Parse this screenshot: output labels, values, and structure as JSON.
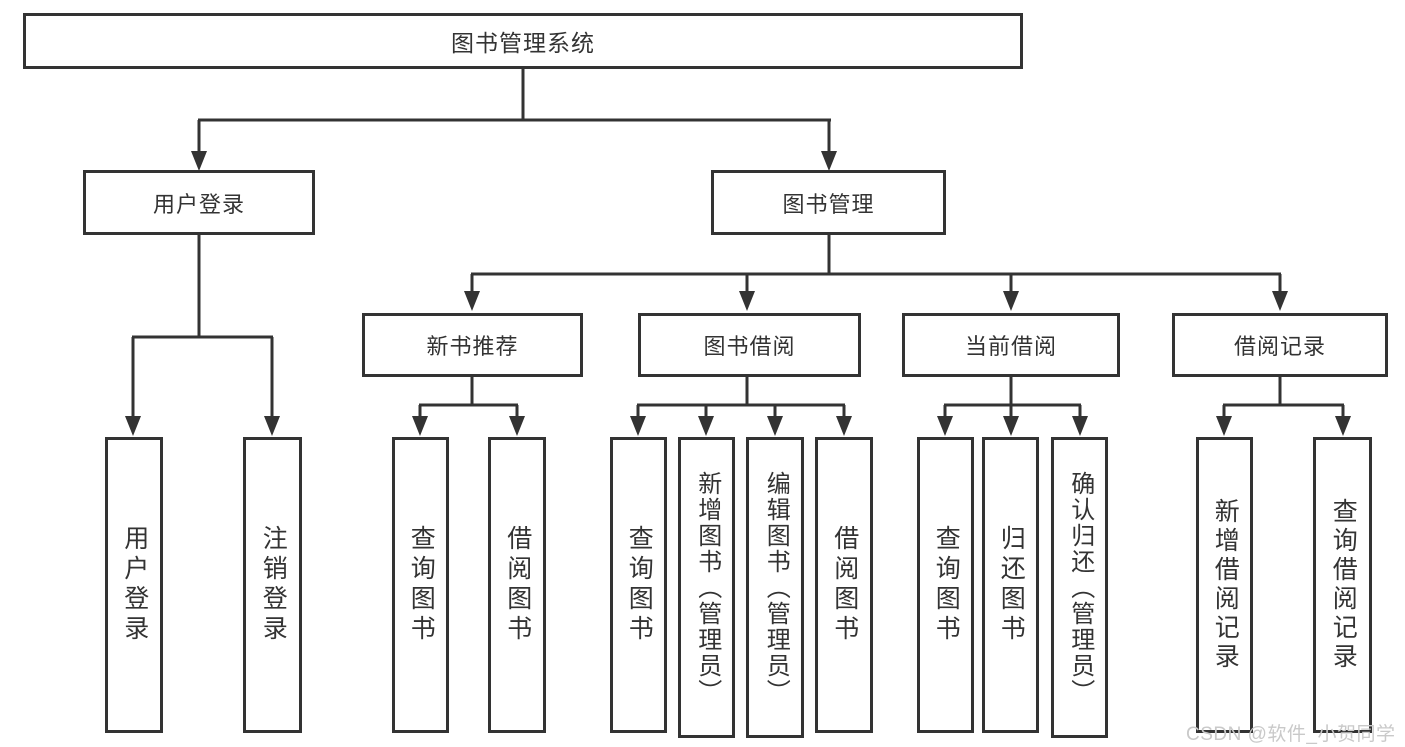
{
  "tree": {
    "label": "图书管理系统",
    "children": [
      {
        "label": "用户登录",
        "children": [
          {
            "label": "用户登录"
          },
          {
            "label": "注销登录"
          }
        ]
      },
      {
        "label": "图书管理",
        "children": [
          {
            "label": "新书推荐",
            "children": [
              {
                "label": "查询图书"
              },
              {
                "label": "借阅图书"
              }
            ]
          },
          {
            "label": "图书借阅",
            "children": [
              {
                "label": "查询图书"
              },
              {
                "label": "新增图书（管理员）"
              },
              {
                "label": "编辑图书（管理员）"
              },
              {
                "label": "借阅图书"
              }
            ]
          },
          {
            "label": "当前借阅",
            "children": [
              {
                "label": "查询图书"
              },
              {
                "label": "归还图书"
              },
              {
                "label": "确认归还（管理员）"
              }
            ]
          },
          {
            "label": "借阅记录",
            "children": [
              {
                "label": "新增借阅记录"
              },
              {
                "label": "查询借阅记录"
              }
            ]
          }
        ]
      }
    ]
  },
  "watermark": {
    "text": "CSDN @软件_小贺同学"
  },
  "colors": {
    "line": "#333333",
    "text": "#333333",
    "box_background": "#ffffff",
    "watermark": "#c9c9c9"
  }
}
